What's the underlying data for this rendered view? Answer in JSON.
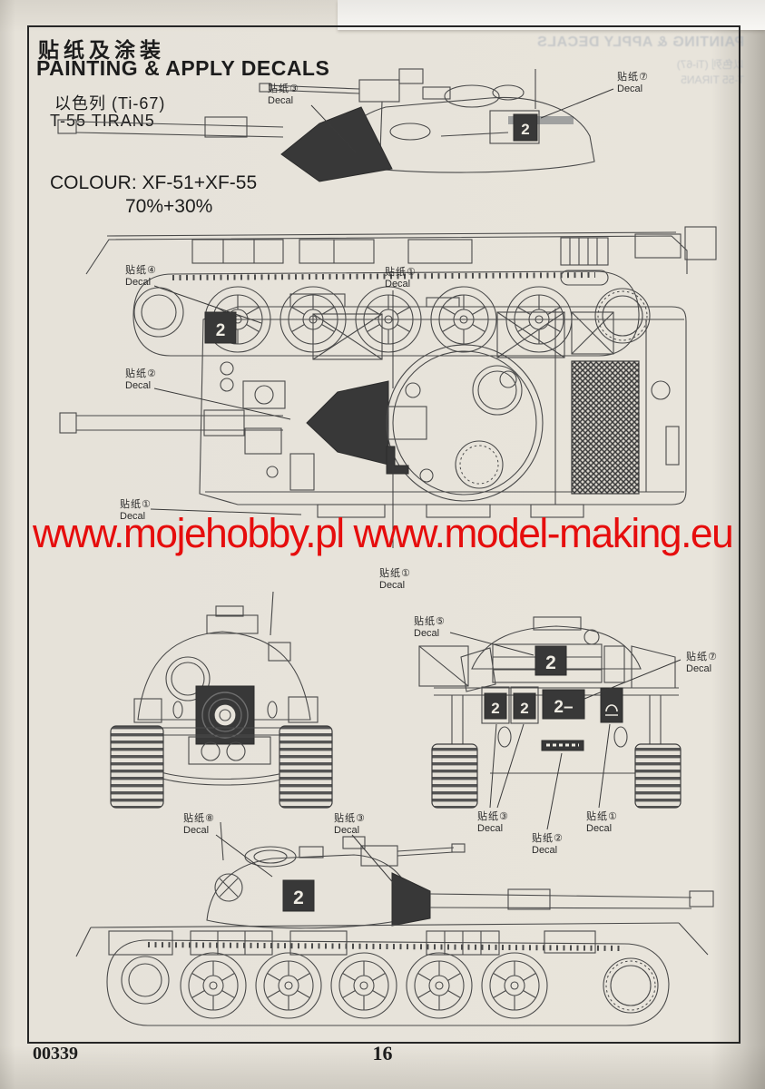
{
  "header": {
    "title_cn": "贴纸及涂装",
    "title_en": "PAINTING & APPLY DECALS",
    "subject_cn": "以色列 (Ti-67)",
    "subject_en": "T-55 TIRAN5",
    "colour_line1": "COLOUR: XF-51+XF-55",
    "colour_line2": "70%+30%"
  },
  "ghost": {
    "line1": "PAINTING & APPLY DECALS",
    "line2": "以色列 (Ti-67)",
    "line3": "T-55 TIRAN5"
  },
  "watermark": {
    "text": "www.mojehobby.pl www.model-making.eu",
    "color": "#e60d0d"
  },
  "footer": {
    "kit_number": "00339",
    "page_number": "16"
  },
  "callouts": [
    {
      "id": "side-top-decal-3",
      "cn": "贴纸③",
      "en": "Decal"
    },
    {
      "id": "side-top-decal-7",
      "cn": "贴纸⑦",
      "en": "Decal"
    },
    {
      "id": "plan-decal-4",
      "cn": "贴纸④",
      "en": "Decal"
    },
    {
      "id": "plan-decal-2",
      "cn": "贴纸②",
      "en": "Decal"
    },
    {
      "id": "plan-decal-1-top",
      "cn": "贴纸①",
      "en": "Decal"
    },
    {
      "id": "plan-decal-1-left",
      "cn": "贴纸①",
      "en": "Decal"
    },
    {
      "id": "plan-decal-1-bottom",
      "cn": "贴纸①",
      "en": "Decal"
    },
    {
      "id": "front-decal-5",
      "cn": "贴纸⑤",
      "en": "Decal"
    },
    {
      "id": "rear-decal-7",
      "cn": "贴纸⑦",
      "en": "Decal"
    },
    {
      "id": "rear-decal-3",
      "cn": "贴纸③",
      "en": "Decal"
    },
    {
      "id": "rear-decal-2",
      "cn": "贴纸②",
      "en": "Decal"
    },
    {
      "id": "rear-decal-1",
      "cn": "贴纸①",
      "en": "Decal"
    },
    {
      "id": "side-bottom-decal-8",
      "cn": "贴纸⑧",
      "en": "Decal"
    },
    {
      "id": "side-bottom-decal-3",
      "cn": "贴纸③",
      "en": "Decal"
    }
  ],
  "marks": {
    "side_top_bin_number": "2",
    "plan_front_number": "2",
    "rear_bin_number": "2",
    "rear_drum1_number": "2",
    "rear_drum2_number": "2",
    "rear_dash_number": "2–",
    "side_bottom_turret_number": "2"
  }
}
